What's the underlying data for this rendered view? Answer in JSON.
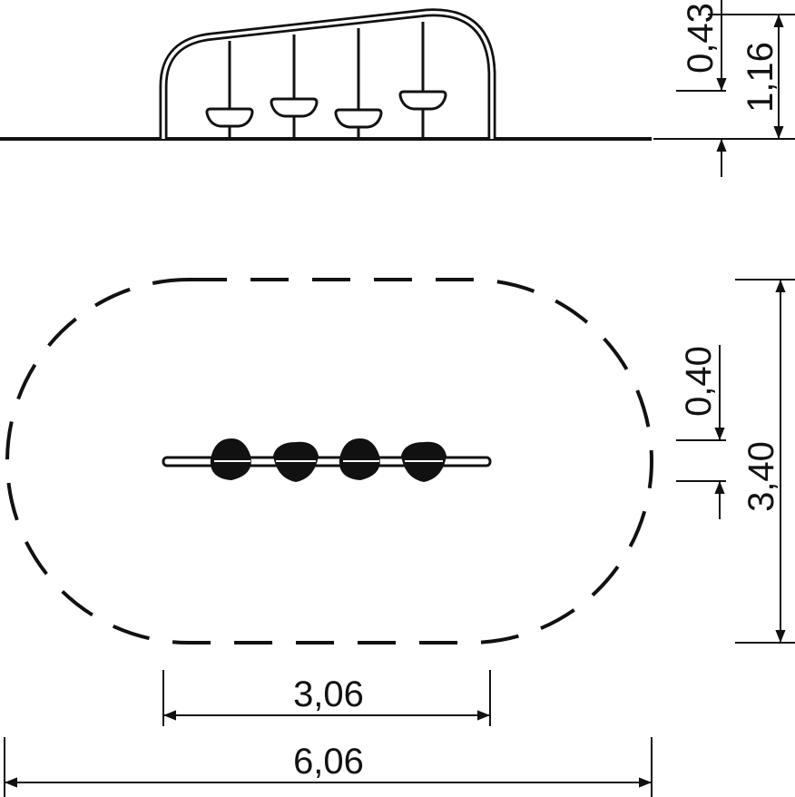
{
  "elevation": {
    "dimensions": {
      "rail_offset": "0,43",
      "total_height": "1,16"
    }
  },
  "plan": {
    "dimensions": {
      "seat_spacing": "0,40",
      "safety_depth": "3,40",
      "equipment_length": "3,06",
      "safety_length": "6,06"
    }
  },
  "colors": {
    "line": "#111111",
    "background": "#ffffff"
  }
}
